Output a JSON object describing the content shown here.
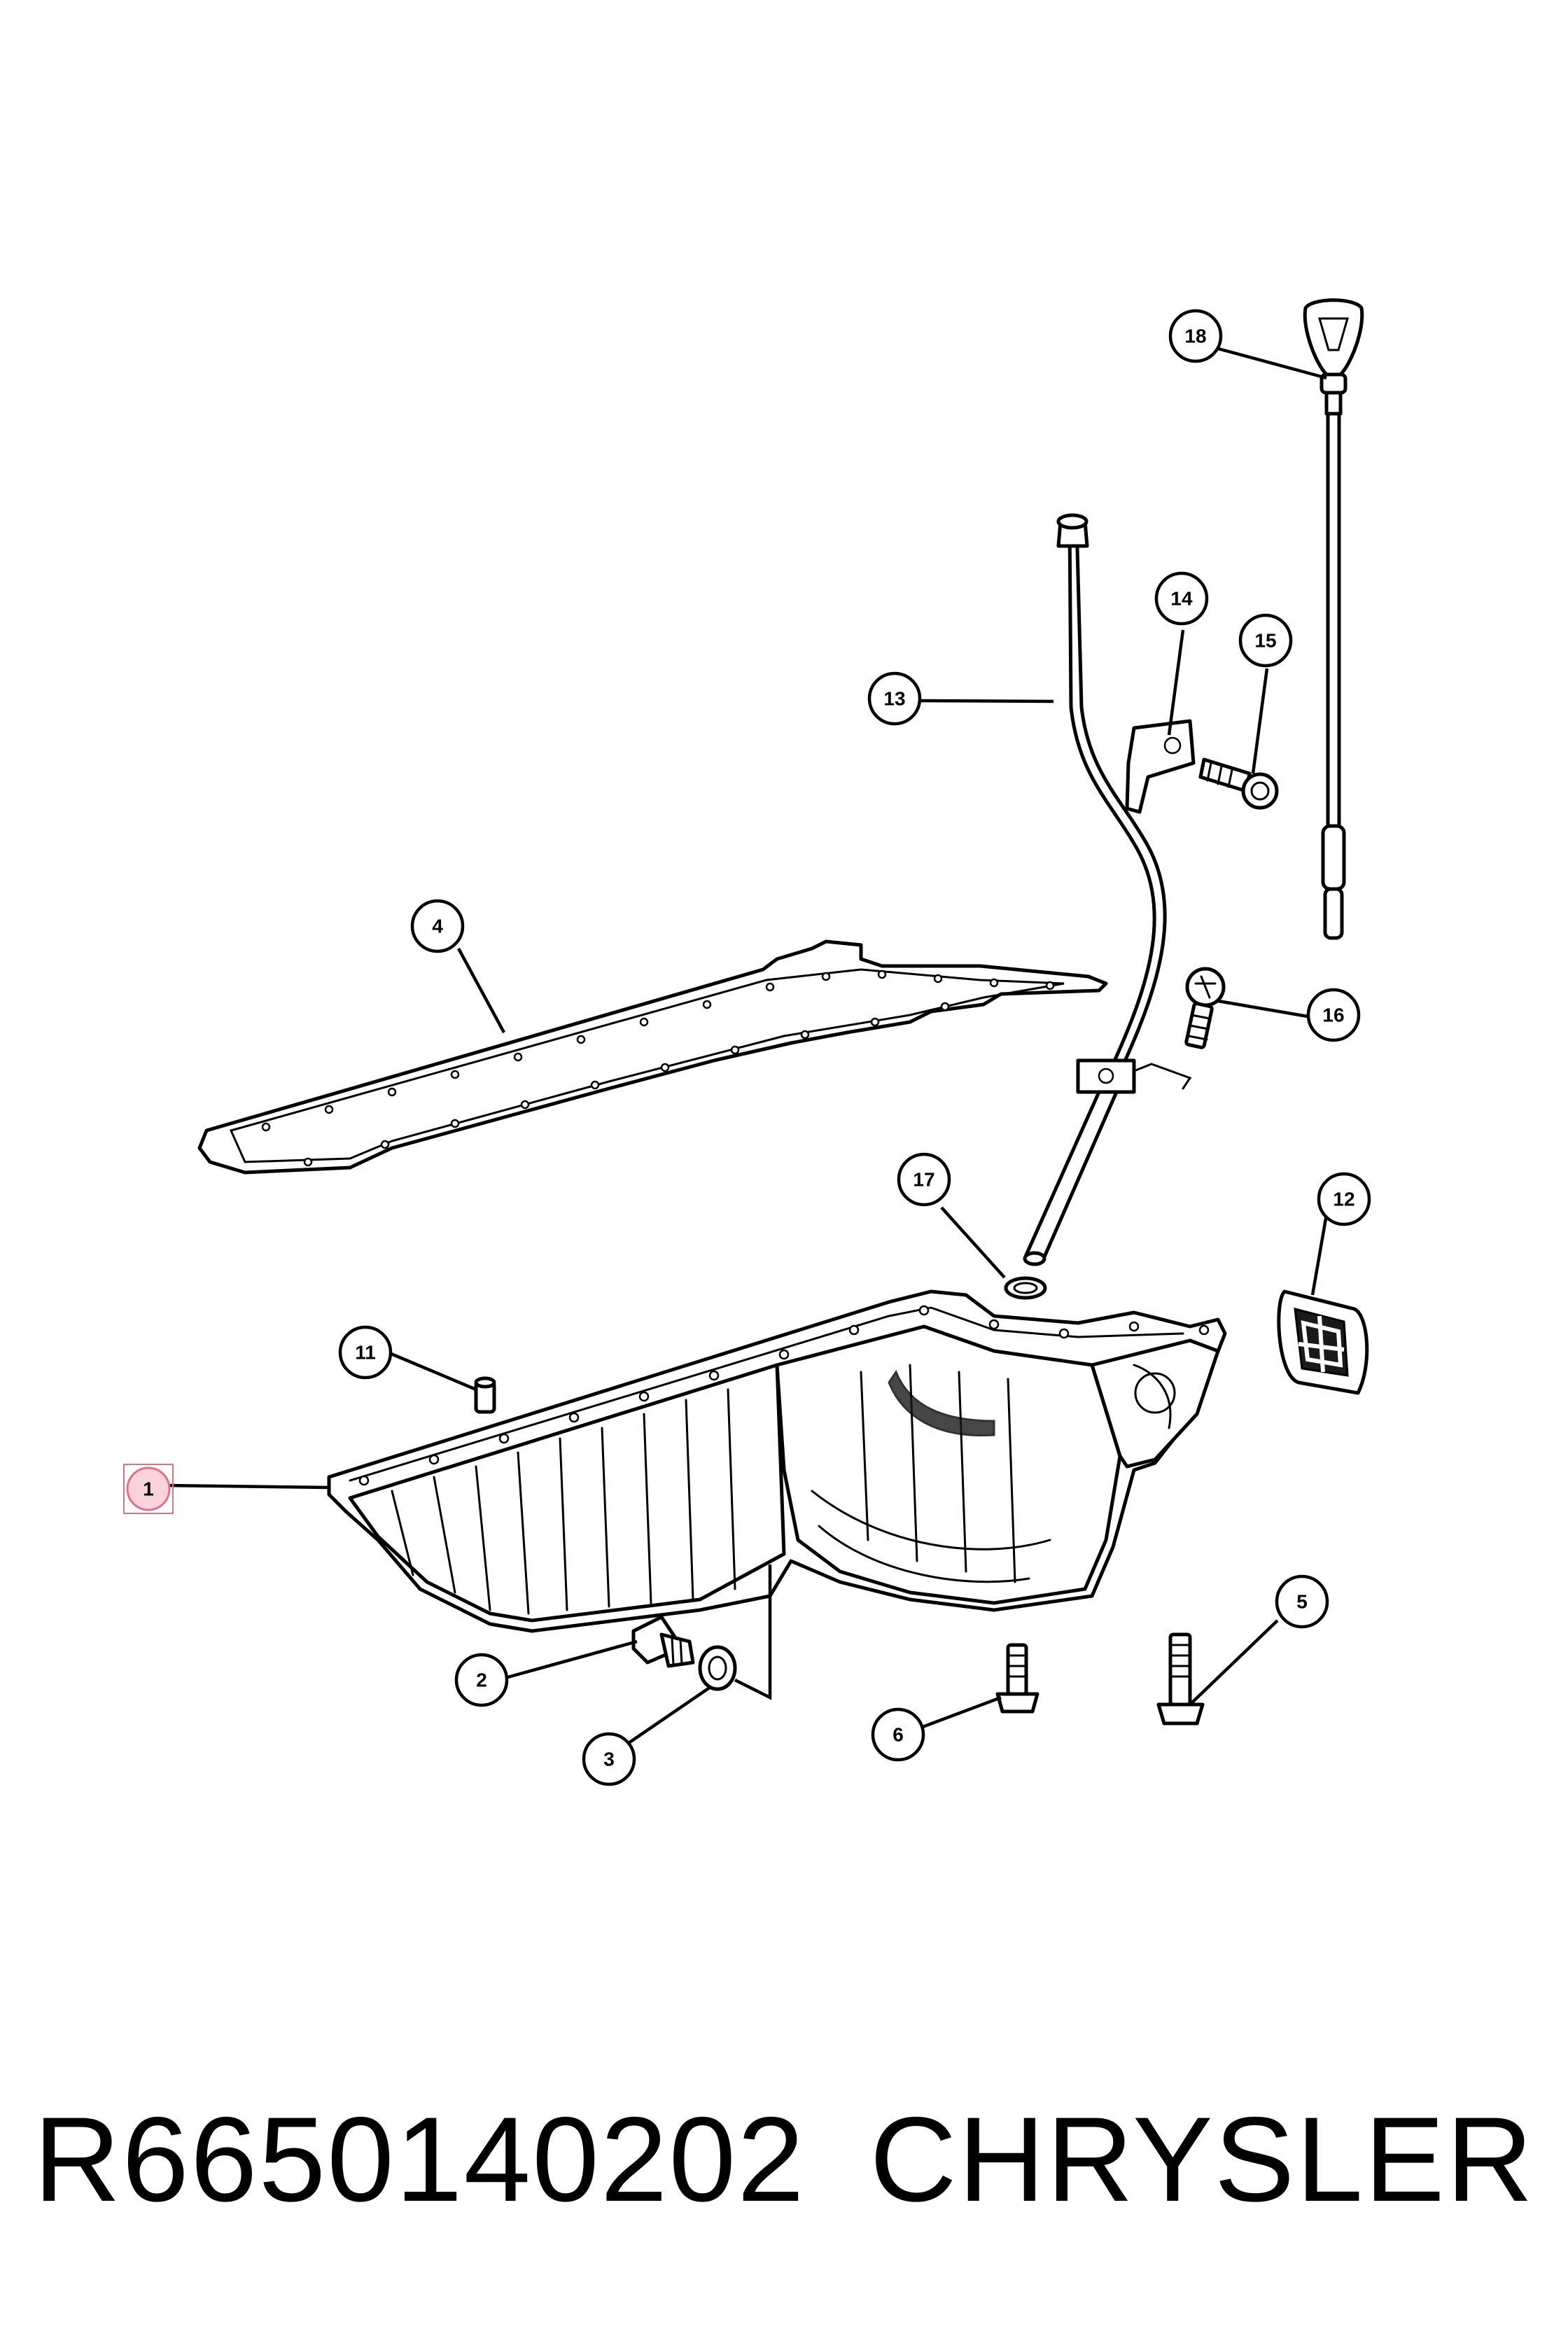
{
  "callouts": [
    {
      "id": "1",
      "label": "1",
      "highlighted": true
    },
    {
      "id": "2",
      "label": "2"
    },
    {
      "id": "3",
      "label": "3"
    },
    {
      "id": "4",
      "label": "4"
    },
    {
      "id": "5",
      "label": "5"
    },
    {
      "id": "6",
      "label": "6"
    },
    {
      "id": "11",
      "label": "11"
    },
    {
      "id": "12",
      "label": "12"
    },
    {
      "id": "13",
      "label": "13"
    },
    {
      "id": "14",
      "label": "14"
    },
    {
      "id": "15",
      "label": "15"
    },
    {
      "id": "16",
      "label": "16"
    },
    {
      "id": "17",
      "label": "17"
    },
    {
      "id": "18",
      "label": "18"
    }
  ],
  "footer": {
    "part_number": "R6650140202",
    "brand": "CHRYSLER"
  },
  "colors": {
    "line": "#000000",
    "highlight_fill": "#fbd3dc",
    "highlight_stroke": "#e07088"
  }
}
